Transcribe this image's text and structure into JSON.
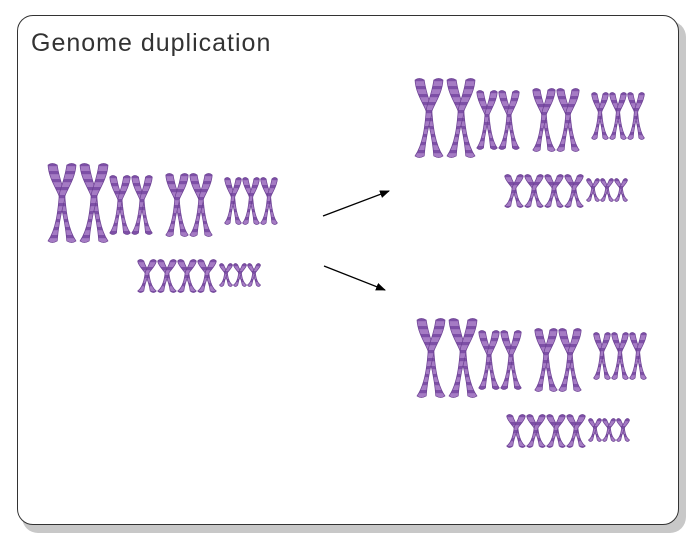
{
  "figure": {
    "title": "Genome duplication"
  },
  "icons": {
    "chromosome": "chromosome-icon",
    "arrow": "arrow-icon"
  },
  "colors": {
    "chromosome_fill": "#a57bc4",
    "chromosome_band": "#7d4fa6",
    "chromosome_outline": "#6a3f91",
    "arrow": "#000000"
  },
  "genomes": {
    "original": "original-genome",
    "copy_top": "duplicated-genome-top",
    "copy_bottom": "duplicated-genome-bottom"
  }
}
